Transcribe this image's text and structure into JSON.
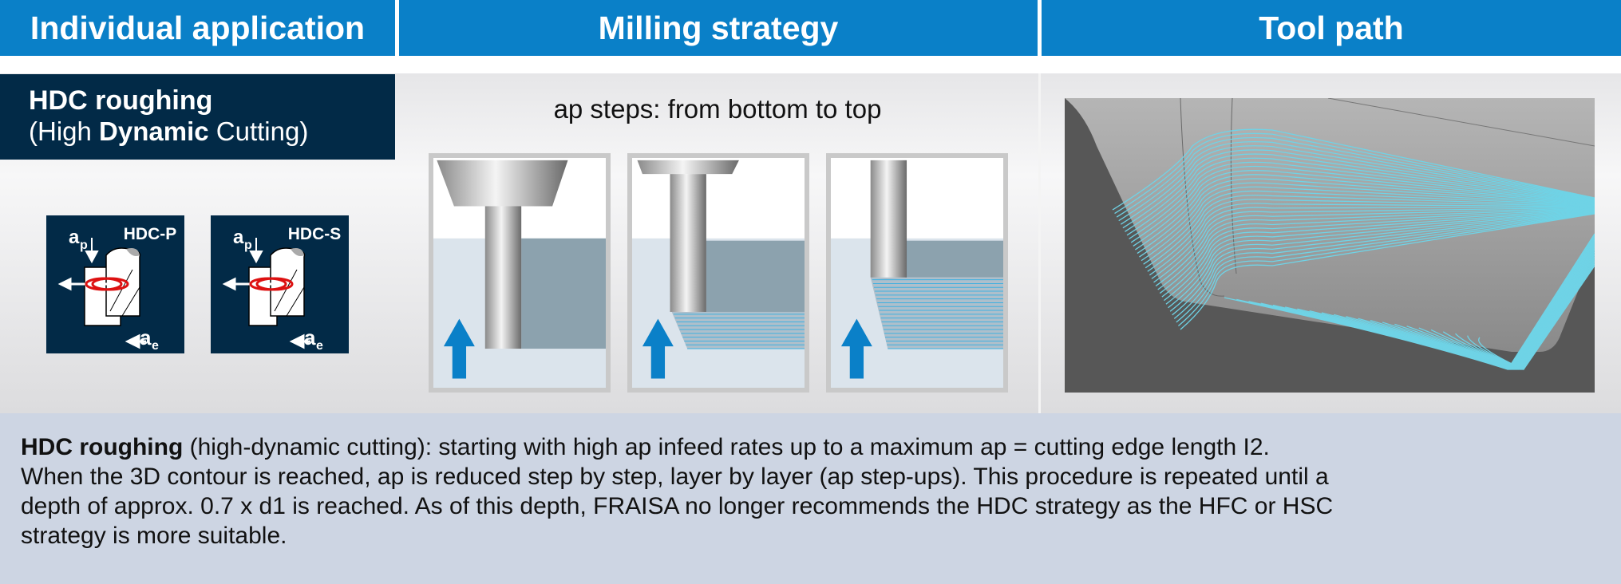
{
  "headers": {
    "application": "Individual application",
    "strategy": "Milling strategy",
    "toolpath": "Tool path"
  },
  "application": {
    "title": "HDC roughing",
    "subtitle_open": "(High ",
    "subtitle_bold": "Dynamic",
    "subtitle_close": " Cutting)",
    "icons": [
      {
        "label": "HDC-P",
        "ap": "a",
        "ap_sub": "p",
        "ae": "a",
        "ae_sub": "e"
      },
      {
        "label": "HDC-S",
        "ap": "a",
        "ap_sub": "p",
        "ae": "a",
        "ae_sub": "e"
      }
    ]
  },
  "strategy": {
    "caption": "ap steps: from bottom to top",
    "steps": 3,
    "arrow_color": "#0a80c8"
  },
  "description": {
    "bold": "HDC roughing",
    "line1_rest": " (high-dynamic cutting): starting with high ap infeed rates up to a maximum ap = cutting edge length I2.",
    "line2": "When the 3D contour is reached, ap is reduced step by step, layer by layer (ap step-ups). This procedure is repeated until a",
    "line3": "depth of approx. 0.7 x d1 is reached. As of this depth, FRAISA no longer recommends the HDC strategy as the HFC or HSC",
    "line4": "strategy is more suitable."
  },
  "colors": {
    "header": "#0a80c8",
    "navy": "#022a47",
    "toolpath": "#6fd3e6"
  }
}
